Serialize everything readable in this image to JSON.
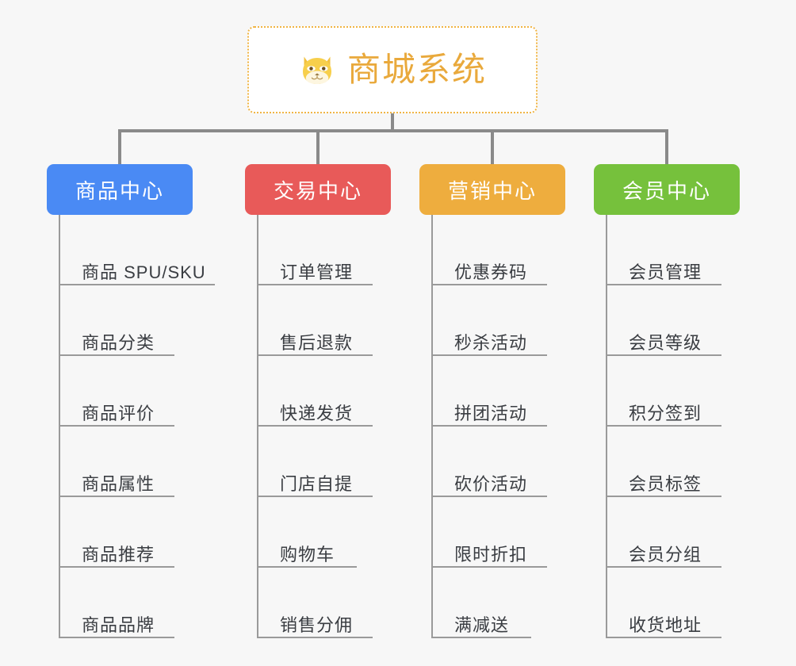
{
  "page": {
    "background_color": "#f7f7f7",
    "title": "商城系统功能架构图"
  },
  "root": {
    "label": "商城系统",
    "icon": "shiba-dog-face-icon",
    "text_color": "#e9a93c",
    "border_color": "#f0b443",
    "background_color": "#ffffff"
  },
  "connector": {
    "color": "#8a8a8a"
  },
  "columns": [
    {
      "id": "product-center",
      "title": "商品中心",
      "color": "#4a8af4",
      "items": [
        {
          "label": "商品 SPU/SKU"
        },
        {
          "label": "商品分类"
        },
        {
          "label": "商品评价"
        },
        {
          "label": "商品属性"
        },
        {
          "label": "商品推荐"
        },
        {
          "label": "商品品牌"
        }
      ]
    },
    {
      "id": "trade-center",
      "title": "交易中心",
      "color": "#e85a59",
      "items": [
        {
          "label": "订单管理"
        },
        {
          "label": "售后退款"
        },
        {
          "label": "快递发货"
        },
        {
          "label": "门店自提"
        },
        {
          "label": "购物车"
        },
        {
          "label": "销售分佣"
        }
      ]
    },
    {
      "id": "marketing-center",
      "title": "营销中心",
      "color": "#eead3e",
      "items": [
        {
          "label": "优惠券码"
        },
        {
          "label": "秒杀活动"
        },
        {
          "label": "拼团活动"
        },
        {
          "label": "砍价活动"
        },
        {
          "label": "限时折扣"
        },
        {
          "label": "满减送"
        }
      ]
    },
    {
      "id": "member-center",
      "title": "会员中心",
      "color": "#76c13c",
      "items": [
        {
          "label": "会员管理"
        },
        {
          "label": "会员等级"
        },
        {
          "label": "积分签到"
        },
        {
          "label": "会员标签"
        },
        {
          "label": "会员分组"
        },
        {
          "label": "收货地址"
        }
      ]
    }
  ]
}
